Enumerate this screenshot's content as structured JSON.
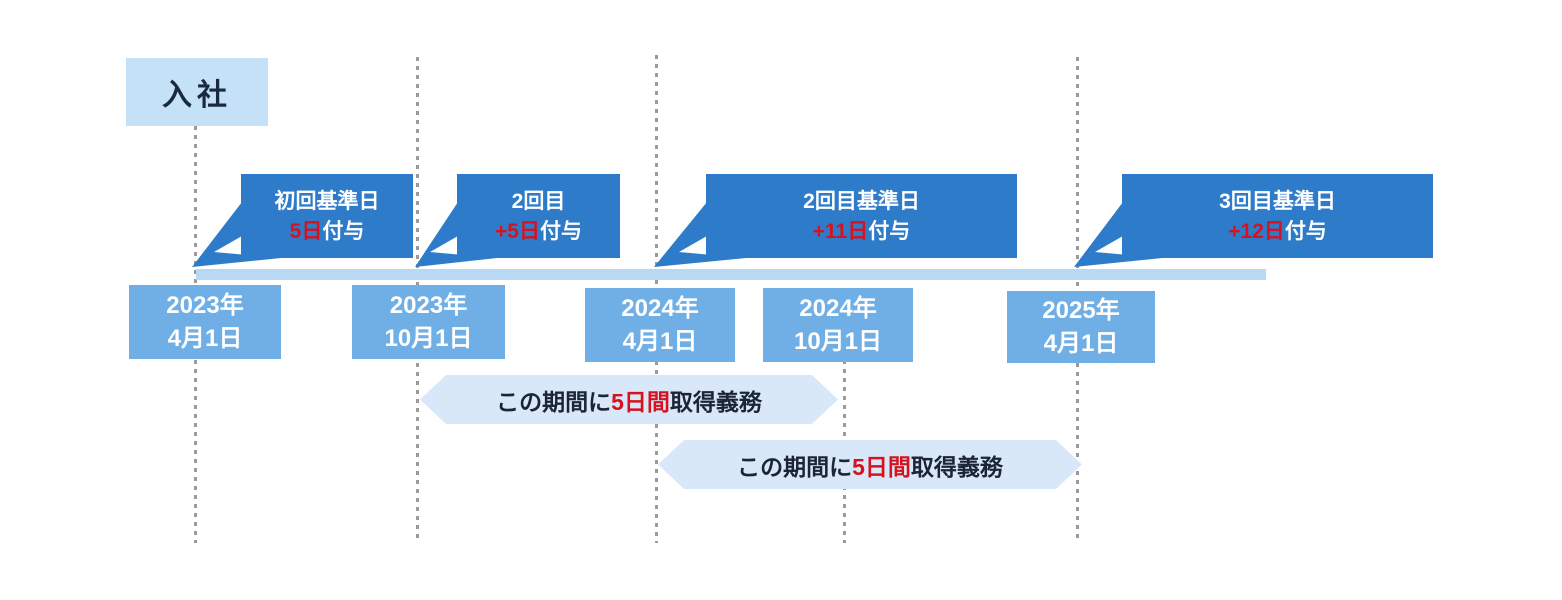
{
  "start_label": "入社",
  "grants": [
    {
      "title": "初回基準日",
      "amount": "5日",
      "suffix": "付与"
    },
    {
      "title": "2回目",
      "amount": "+5日",
      "suffix": "付与"
    },
    {
      "title": "2回目基準日",
      "amount": "+11日",
      "suffix": "付与"
    },
    {
      "title": "3回目基準日",
      "amount": "+12日",
      "suffix": "付与"
    }
  ],
  "dates": [
    {
      "year": "2023年",
      "day": "4月1日"
    },
    {
      "year": "2023年",
      "day": "10月1日"
    },
    {
      "year": "2024年",
      "day": "4月1日"
    },
    {
      "year": "2024年",
      "day": "10月1日"
    },
    {
      "year": "2025年",
      "day": "4月1日"
    }
  ],
  "obligations": [
    {
      "prefix": "この期間に",
      "highlight": "5日間",
      "suffix": "取得義務"
    },
    {
      "prefix": "この期間に",
      "highlight": "5日間",
      "suffix": "取得義務"
    }
  ],
  "colors": {
    "bubble_blue": "#2e7cc9",
    "date_box_blue": "#6fafe5",
    "timeline_bar_blue": "#b9d8f3",
    "banner_light_blue": "#d9e8f8",
    "start_box_blue": "#c5e1f7",
    "highlight_red": "#d6121f",
    "dark_text": "#1b2940",
    "gridline_gray": "#9a9a9a"
  }
}
